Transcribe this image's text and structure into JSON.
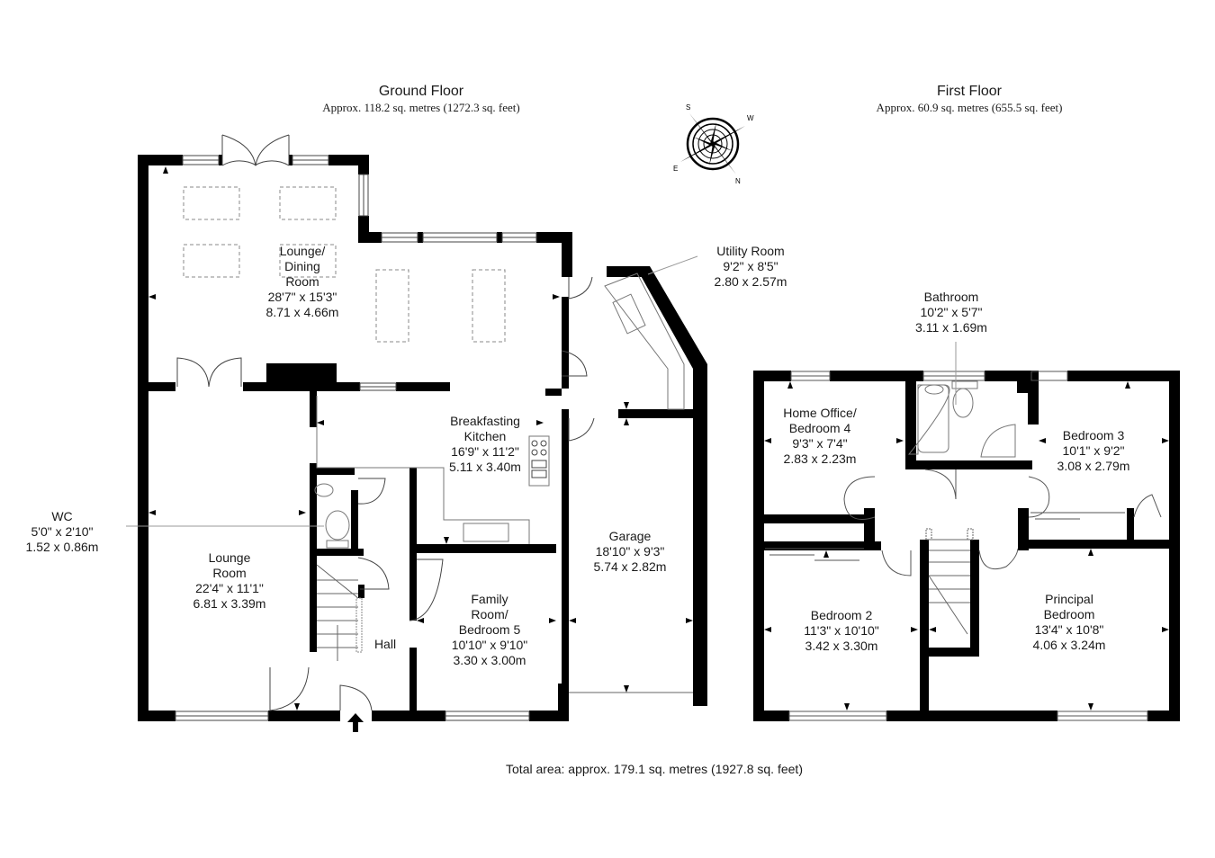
{
  "ground_floor": {
    "title": "Ground Floor",
    "area": "Approx. 118.2 sq. metres (1272.3 sq. feet)",
    "rooms": [
      {
        "name": "Lounge/\nDining\nRoom",
        "line1": "Lounge/",
        "line2": "Dining",
        "line3": "Room",
        "imperial": "28'7\" x 15'3\"",
        "metric": "8.71 x 4.66m"
      },
      {
        "name": "Utility Room",
        "line1": "Utility Room",
        "imperial": "9'2\" x 8'5\"",
        "metric": "2.80 x 2.57m"
      },
      {
        "name": "Breakfasting Kitchen",
        "line1": "Breakfasting",
        "line2": "Kitchen",
        "imperial": "16'9\" x 11'2\"",
        "metric": "5.11 x 3.40m"
      },
      {
        "name": "WC",
        "line1": "WC",
        "imperial": "5'0\" x 2'10\"",
        "metric": "1.52 x 0.86m"
      },
      {
        "name": "Lounge Room",
        "line1": "Lounge",
        "line2": "Room",
        "imperial": "22'4\" x 11'1\"",
        "metric": "6.81 x 3.39m"
      },
      {
        "name": "Hall",
        "line1": "Hall"
      },
      {
        "name": "Family Room/Bedroom 5",
        "line1": "Family",
        "line2": "Room/",
        "line3": "Bedroom 5",
        "imperial": "10'10\" x 9'10\"",
        "metric": "3.30 x 3.00m"
      },
      {
        "name": "Garage",
        "line1": "Garage",
        "imperial": "18'10\" x 9'3\"",
        "metric": "5.74 x 2.82m"
      }
    ]
  },
  "first_floor": {
    "title": "First Floor",
    "area": "Approx. 60.9 sq. metres (655.5 sq. feet)",
    "rooms": [
      {
        "name": "Bathroom",
        "line1": "Bathroom",
        "imperial": "10'2\" x 5'7\"",
        "metric": "3.11 x 1.69m"
      },
      {
        "name": "Home Office/Bedroom 4",
        "line1": "Home Office/",
        "line2": "Bedroom 4",
        "imperial": "9'3\" x 7'4\"",
        "metric": "2.83 x 2.23m"
      },
      {
        "name": "Bedroom 3",
        "line1": "Bedroom 3",
        "imperial": "10'1\" x 9'2\"",
        "metric": "3.08 x 2.79m"
      },
      {
        "name": "Bedroom 2",
        "line1": "Bedroom 2",
        "imperial": "11'3\" x 10'10\"",
        "metric": "3.42 x 3.30m"
      },
      {
        "name": "Principal Bedroom",
        "line1": "Principal",
        "line2": "Bedroom",
        "imperial": "13'4\" x 10'8\"",
        "metric": "4.06 x 3.24m"
      }
    ]
  },
  "compass": {
    "icon": "compass-rose-icon",
    "letters": [
      "S",
      "W",
      "N",
      "E"
    ]
  },
  "entrance": {
    "icon": "entrance-arrow-icon"
  },
  "total_area": "Total area: approx. 179.1 sq. metres (1927.8 sq. feet)",
  "colors": {
    "wall": "#000000",
    "fixture": "#777777",
    "background": "#ffffff",
    "text": "#1a1a1a"
  }
}
